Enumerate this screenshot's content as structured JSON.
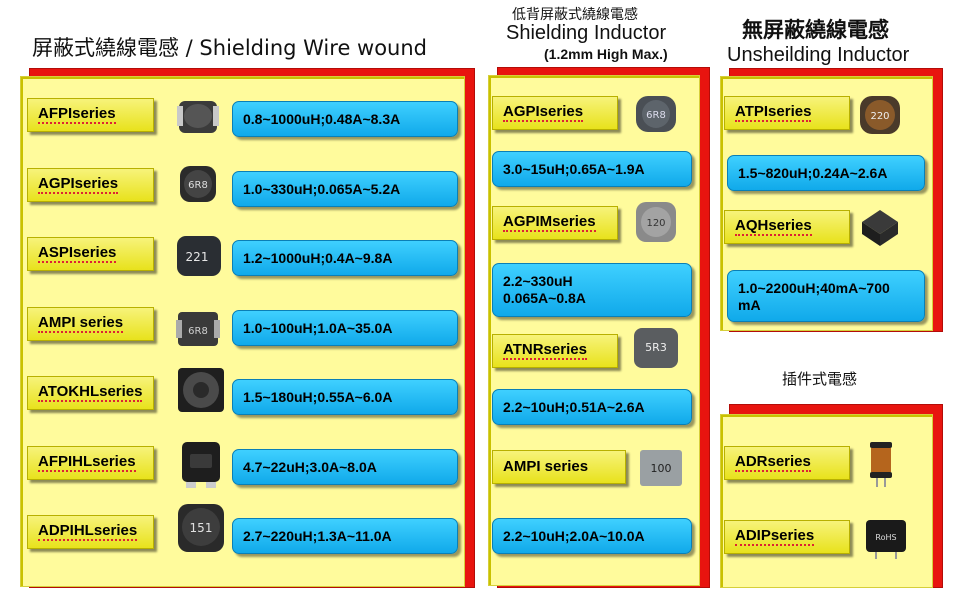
{
  "titles": {
    "shielding_wire": "屏蔽式繞線電感 / Shielding Wire wound",
    "lowprofile_cn": "低背屏蔽式繞線電感",
    "lowprofile_en": "Shielding Inductor",
    "lowprofile_sub": "(1.2mm High Max.)",
    "unshielding_cn": "無屏蔽繞線電感",
    "unshielding_en": "Unsheilding Inductor",
    "through_hole_cn": "插件式電感"
  },
  "left_panel": [
    {
      "series": "AFPIseries",
      "spec": "0.8~1000uH;0.48A~8.3A",
      "chip_icon": "smd-inductor-icon",
      "chip_label": ""
    },
    {
      "series": "AGPIseries",
      "spec": "1.0~330uH;0.065A~5.2A",
      "chip_icon": "smd-inductor-icon",
      "chip_label": "6R8"
    },
    {
      "series": "ASPIseries",
      "spec": "1.2~1000uH;0.4A~9.8A",
      "chip_icon": "smd-inductor-icon",
      "chip_label": "221"
    },
    {
      "series": "AMPI series",
      "spec": "1.0~100uH;1.0A~35.0A",
      "chip_icon": "smd-inductor-icon",
      "chip_label": "6R8"
    },
    {
      "series": "ATOKHLseries",
      "spec": "1.5~180uH;0.55A~6.0A",
      "chip_icon": "smd-inductor-icon",
      "chip_label": ""
    },
    {
      "series": "AFPIHLseries",
      "spec": "4.7~22uH;3.0A~8.0A",
      "chip_icon": "smd-inductor-icon",
      "chip_label": ""
    },
    {
      "series": "ADPIHLseries",
      "spec": "2.7~220uH;1.3A~11.0A",
      "chip_icon": "smd-inductor-icon",
      "chip_label": "151"
    }
  ],
  "middle_panel": [
    {
      "series": "AGPIseries",
      "spec": "3.0~15uH;0.65A~1.9A",
      "chip_label": "6R8"
    },
    {
      "series": "AGPIMseries",
      "spec": "2.2~330uH\n0.065A~0.8A",
      "chip_label": "120"
    },
    {
      "series": "ATNRseries",
      "spec": "2.2~10uH;0.51A~2.6A",
      "chip_label": "5R3"
    },
    {
      "series": "AMPI  series",
      "spec": "2.2~10uH;2.0A~10.0A",
      "chip_label": "100"
    }
  ],
  "right_top_panel": [
    {
      "series": "ATPIseries",
      "spec": "1.5~820uH;0.24A~2.6A",
      "chip_label": "220"
    },
    {
      "series": "AQHseries",
      "spec": "1.0~2200uH;40mA~700 mA",
      "chip_label": ""
    }
  ],
  "right_bottom_panel": [
    {
      "series": "ADRseries",
      "chip_label": ""
    },
    {
      "series": "ADIPseries",
      "chip_label": "RoHS"
    }
  ],
  "colors": {
    "panel_red": "#e8140f",
    "panel_yellow": "#fffb9c",
    "label_yellow": "#ece629",
    "spec_blue": "#1bb5f0"
  }
}
